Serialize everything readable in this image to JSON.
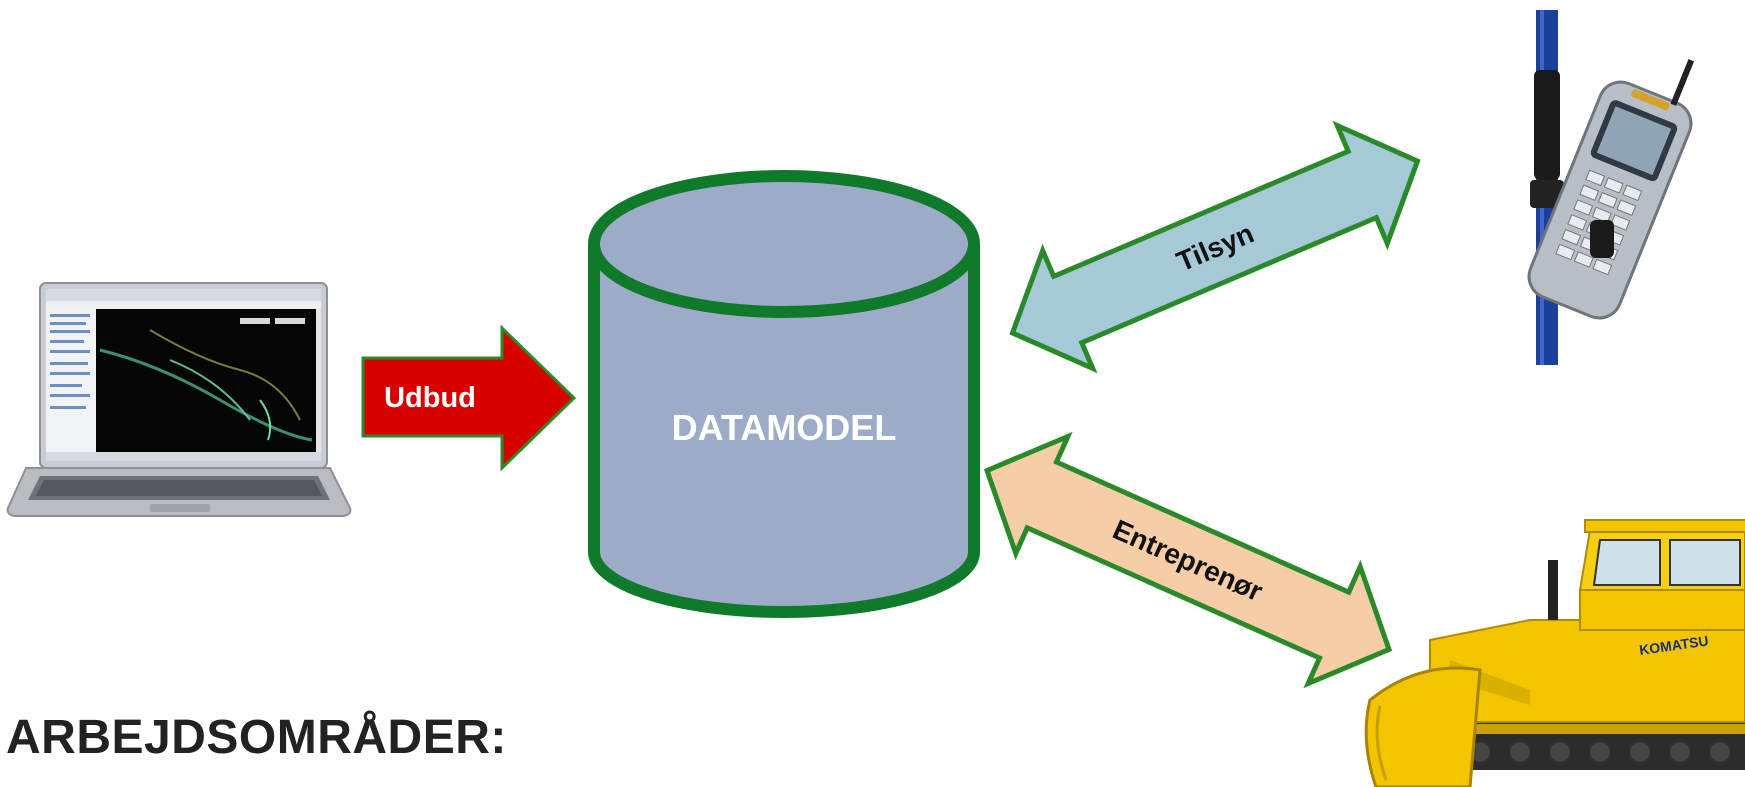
{
  "diagram": {
    "database_label": "DATAMODEL",
    "arrows": {
      "udbud": "Udbud",
      "tilsyn": "Tilsyn",
      "entreprenor": "Entreprenør"
    },
    "heading": "ARBEJDSOMRÅDER:"
  },
  "colors": {
    "cylinder_fill": "#9eabc8",
    "cylinder_stroke": "#0e7a2a",
    "udbud_arrow": "#d90000",
    "tilsyn_arrow": "#a6c9d8",
    "entreprenor_arrow": "#f6cda6",
    "arrow_outline": "#2a8a2a"
  }
}
